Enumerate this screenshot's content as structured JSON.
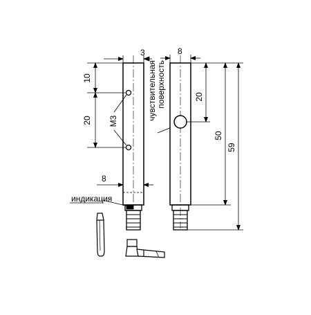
{
  "dimensions": {
    "side_width": "3",
    "front_width": "8",
    "hole_offset": "10",
    "hole_spacing": "20",
    "sensing_offset": "20",
    "length_body": "50",
    "length_total": "59",
    "lower_width": "8"
  },
  "labels": {
    "thread": "М3",
    "sensing_line1": "чувствительная",
    "sensing_line2": "поверхность",
    "indication": "индикация"
  }
}
